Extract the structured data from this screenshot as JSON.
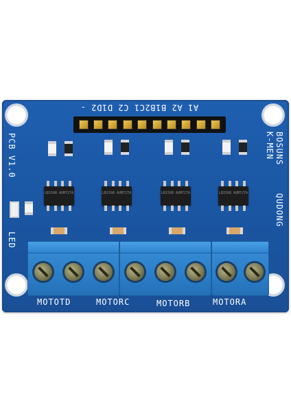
{
  "board": {
    "header_labels": "A1 A2 B1B2C1 C2 D1D2 -",
    "left_text": "PCB V1.0",
    "right_top_text": "BOSUNS",
    "right_mid_text": "K-MEN",
    "right_bottom_text": "QUDONG",
    "led_label": "LED",
    "motor_labels": [
      "MOTOTD",
      "MOTORC",
      "MOTORB",
      "MOTORA"
    ],
    "chip_marking": "LB1508\nAUM727A",
    "colors": {
      "pcb": "#1a56a3",
      "terminal": "#2b7fca",
      "header": "#111111"
    }
  }
}
